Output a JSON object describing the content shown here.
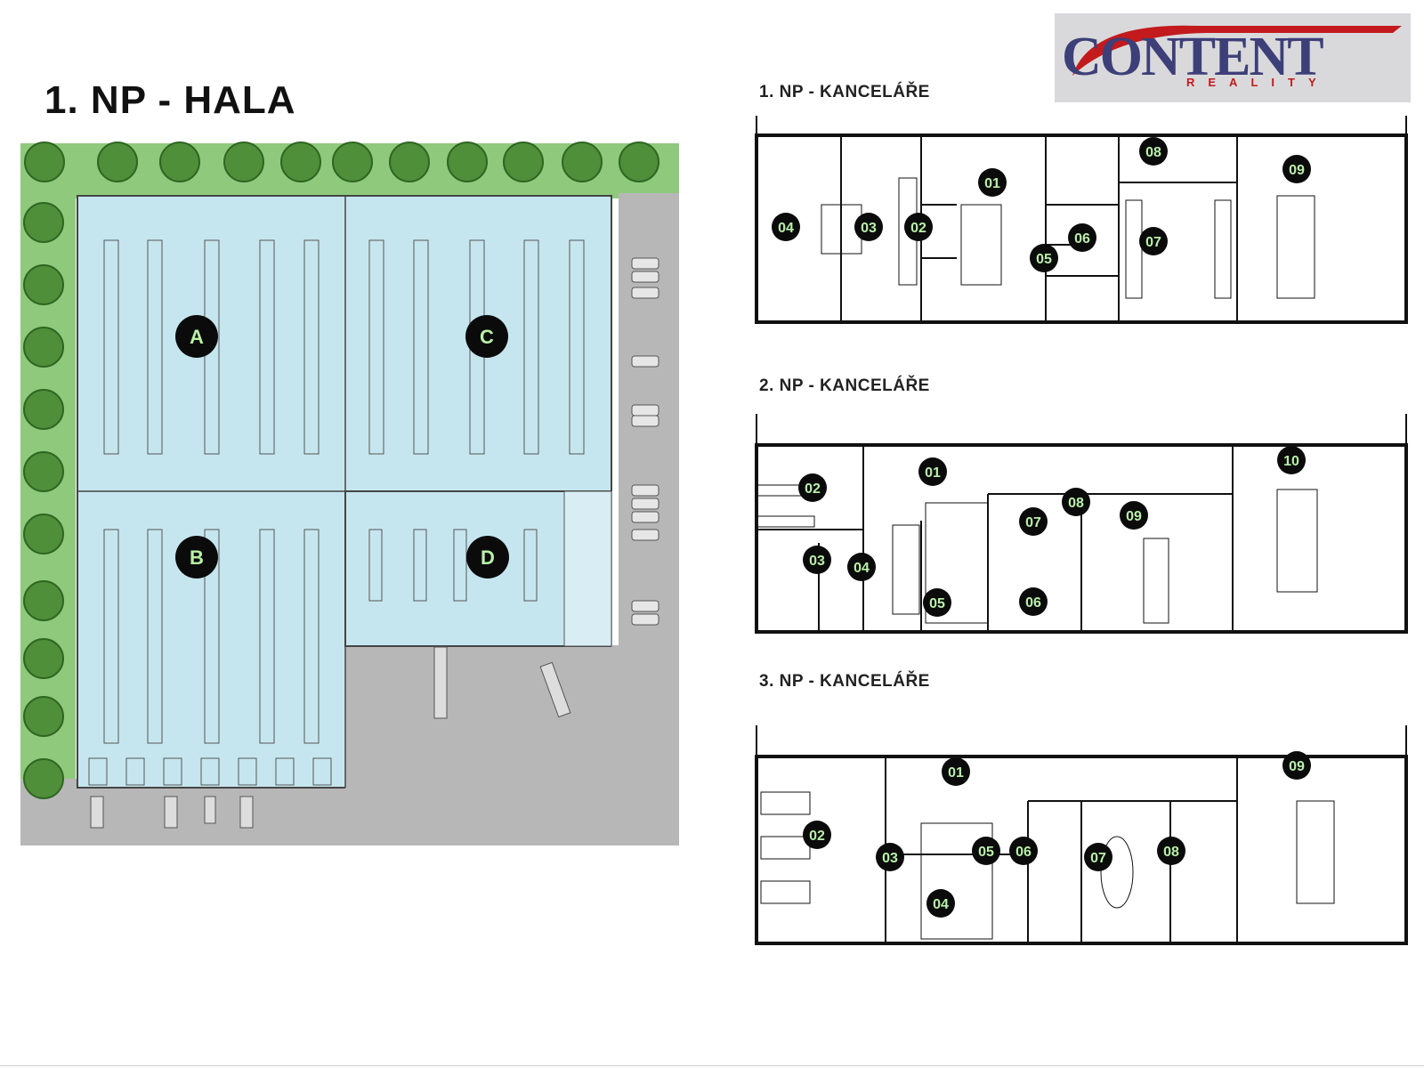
{
  "logo": {
    "name": "CONTENT",
    "tagline": "REALITY"
  },
  "hall": {
    "title": "1. NP - HALA",
    "sections": [
      "A",
      "B",
      "C",
      "D"
    ]
  },
  "floors": [
    {
      "title": "1. NP - KANCELÁŘE",
      "rooms": [
        "01",
        "02",
        "03",
        "04",
        "05",
        "06",
        "07",
        "08",
        "09"
      ]
    },
    {
      "title": "2. NP - KANCELÁŘE",
      "rooms": [
        "01",
        "02",
        "03",
        "04",
        "05",
        "06",
        "07",
        "08",
        "09",
        "10"
      ]
    },
    {
      "title": "3. NP - KANCELÁŘE",
      "rooms": [
        "01",
        "02",
        "03",
        "04",
        "05",
        "06",
        "07",
        "08",
        "09"
      ]
    }
  ],
  "colors": {
    "grass": "#8fc97c",
    "hall_floor": "#c6e6ef",
    "paving": "#b7b7b7",
    "marker_bg": "#0b0b0b",
    "marker_text": "#b9f0a8",
    "logo_red": "#c21a1d",
    "logo_blue": "#3d3f78"
  }
}
